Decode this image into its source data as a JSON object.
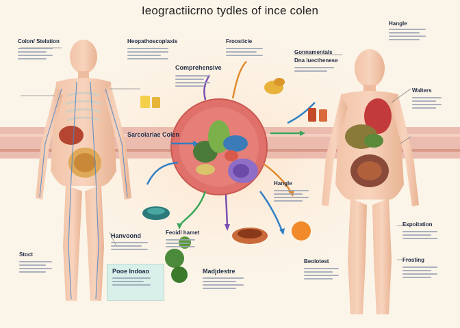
{
  "title": "Ieogractiicrno tydles of ince colen",
  "labels": {
    "colon_left": "Colon/ Stelation",
    "stomach_top": "Froosticie",
    "comprehensive": "Comprehensive",
    "hepathoscoplaxis": "Heopathoscoplaxis",
    "sarcolariae": "Sarcolariae Colen",
    "gonnamentals": "Gonnamentals",
    "dna": "Dna luecthenese",
    "walters": "Walters",
    "hangle": "Hangle",
    "hanvoond": "Hanvoond",
    "fouidl": "Feoidl hamet",
    "stoct": "Stoct",
    "poood_indoiao": "Pooe Indoao",
    "madjoe": "Madjdestre",
    "beolotest": "Beolotest",
    "exploitation": "Expoitation",
    "frosting": "Frosting"
  },
  "colors": {
    "background": "#fbf4e8",
    "band": "#e8b3a6",
    "organ_circle": "#e0706a",
    "arrow_blue": "#2f7fc4",
    "arrow_green": "#3aa65a",
    "arrow_purple": "#7c4fb2",
    "arrow_orange": "#e08a2e"
  },
  "icons": [
    "human-figure-left",
    "human-figure-right",
    "digestive-system-circle",
    "pill-jars",
    "broccoli",
    "meat-dish",
    "orange-fruit",
    "beans",
    "supplement-bottles"
  ]
}
